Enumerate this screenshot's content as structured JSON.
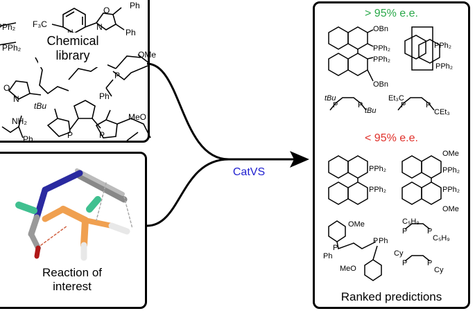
{
  "library_box": {
    "label_line1": "Chemical",
    "label_line2": "library",
    "fragments": {
      "cf3": "F₃C",
      "ph_a": "Ph",
      "ph_b": "Ph",
      "ph_c": "Ph",
      "pph2_a": "PPh₂",
      "pph2_b": "PPh₂",
      "ome": "OMe",
      "n_a": "N",
      "n_b": "N",
      "o_a": "O",
      "o_b": "O",
      "tbu": "tBu",
      "nh2": "NH₂",
      "p_a": "P",
      "p_b": "P",
      "p_c": "P",
      "meo": "MeO",
      "ph_d": "Ph"
    }
  },
  "reaction_box": {
    "label_line1": "Reaction of",
    "label_line2": "interest"
  },
  "arrow": {
    "label": "CatVS",
    "label_color": "#1f1fd0"
  },
  "results_box": {
    "high_header": "> 95% e.e.",
    "high_color": "#2aa84a",
    "low_header": "< 95% e.e.",
    "low_color": "#e0302a",
    "footer": "Ranked predictions",
    "fragments": {
      "obn_top": "OBn",
      "pph2_1": "PPh₂",
      "pph2_2": "PPh₂",
      "obn_bot": "OBn",
      "pph2_3": "PPh₂",
      "pph2_4": "PPh₂",
      "tbu_1": "tBu",
      "tbu_2": "tBu",
      "p_1": "P",
      "p_2": "P",
      "et3c_1": "Et₃C",
      "cet3_2": "CEt₃",
      "p_3": "P",
      "p_4": "P",
      "pph2_5": "PPh₂",
      "pph2_6": "PPh₂",
      "ome_1": "OMe",
      "pph2_7": "PPh₂",
      "pph2_8": "PPh₂",
      "ome_2": "OMe",
      "ome_3": "OMe",
      "ph_1": "Ph",
      "ph_2": "Ph",
      "p_5": "P",
      "p_6": "P",
      "meo_1": "MeO",
      "c5h9_1": "C₅H₉",
      "c5h9_2": "C₅H₉",
      "p_7": "P",
      "p_8": "P",
      "cy_1": "Cy",
      "cy_2": "Cy",
      "p_9": "P",
      "p_10": "P"
    }
  }
}
